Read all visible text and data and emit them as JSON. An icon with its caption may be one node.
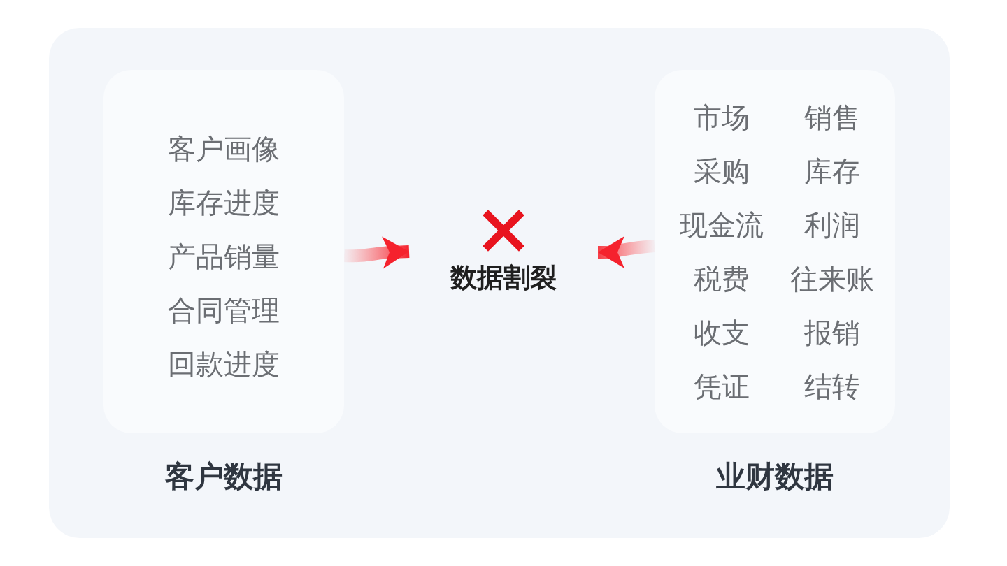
{
  "diagram": {
    "nodes": [
      {
        "text": [
          "客户画像",
          "库存进度",
          "产品销量",
          "合同管理",
          "回款进度",
          "客户数据"
        ]
      },
      {
        "text": [
          "数据割裂"
        ]
      },
      {
        "text": [
          "市场",
          "销售",
          "采购",
          "库存",
          "现金流",
          "利润",
          "税费",
          "往来账",
          "收支",
          "报销",
          "凭证",
          "结转",
          "业财数据"
        ]
      }
    ],
    "edges": [
      {
        "from": 0,
        "to": 1,
        "arrow": "to"
      },
      {
        "from": 2,
        "to": 1,
        "arrow": "to"
      }
    ]
  }
}
